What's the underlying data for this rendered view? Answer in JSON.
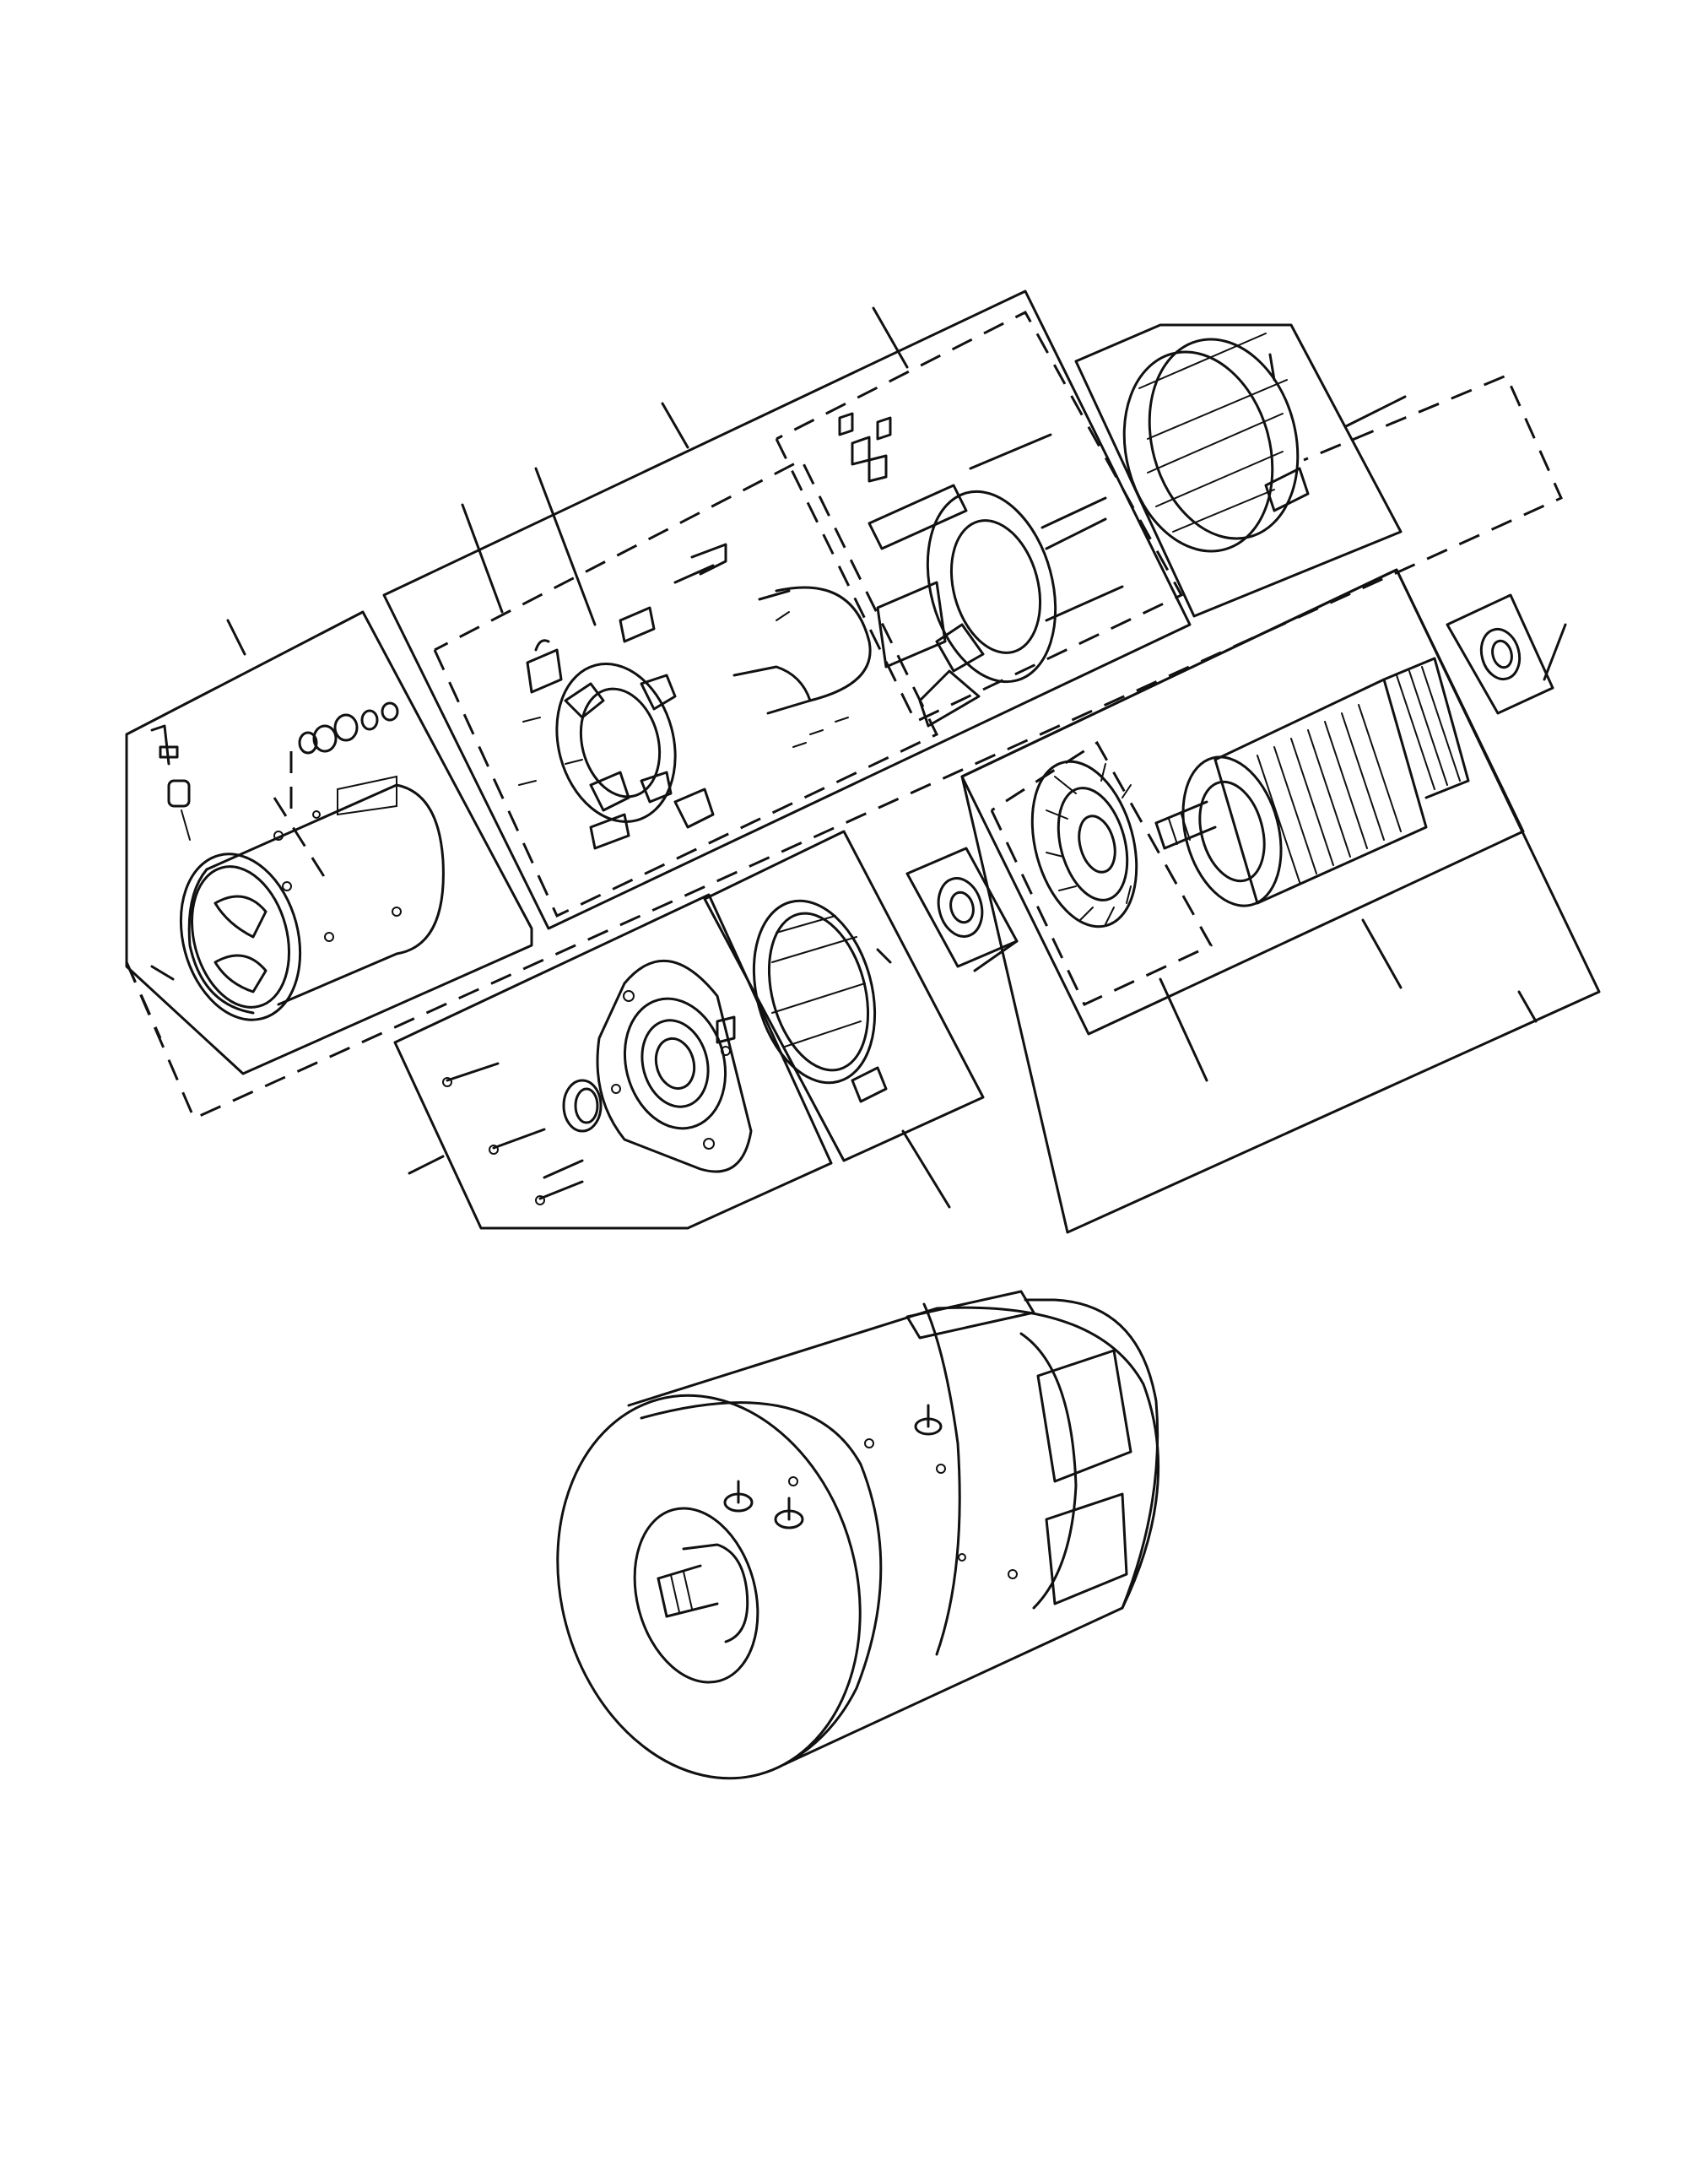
{
  "diagram": {
    "type": "exploded-parts-view",
    "callouts": [
      {
        "id": "c1"
      },
      {
        "id": "c2"
      },
      {
        "id": "c3"
      },
      {
        "id": "c4"
      },
      {
        "id": "c5"
      },
      {
        "id": "c6"
      },
      {
        "id": "c7"
      },
      {
        "id": "c8"
      },
      {
        "id": "c9"
      },
      {
        "id": "c10"
      },
      {
        "id": "c11"
      },
      {
        "id": "c12"
      },
      {
        "id": "c13"
      },
      {
        "id": "c14"
      }
    ]
  }
}
